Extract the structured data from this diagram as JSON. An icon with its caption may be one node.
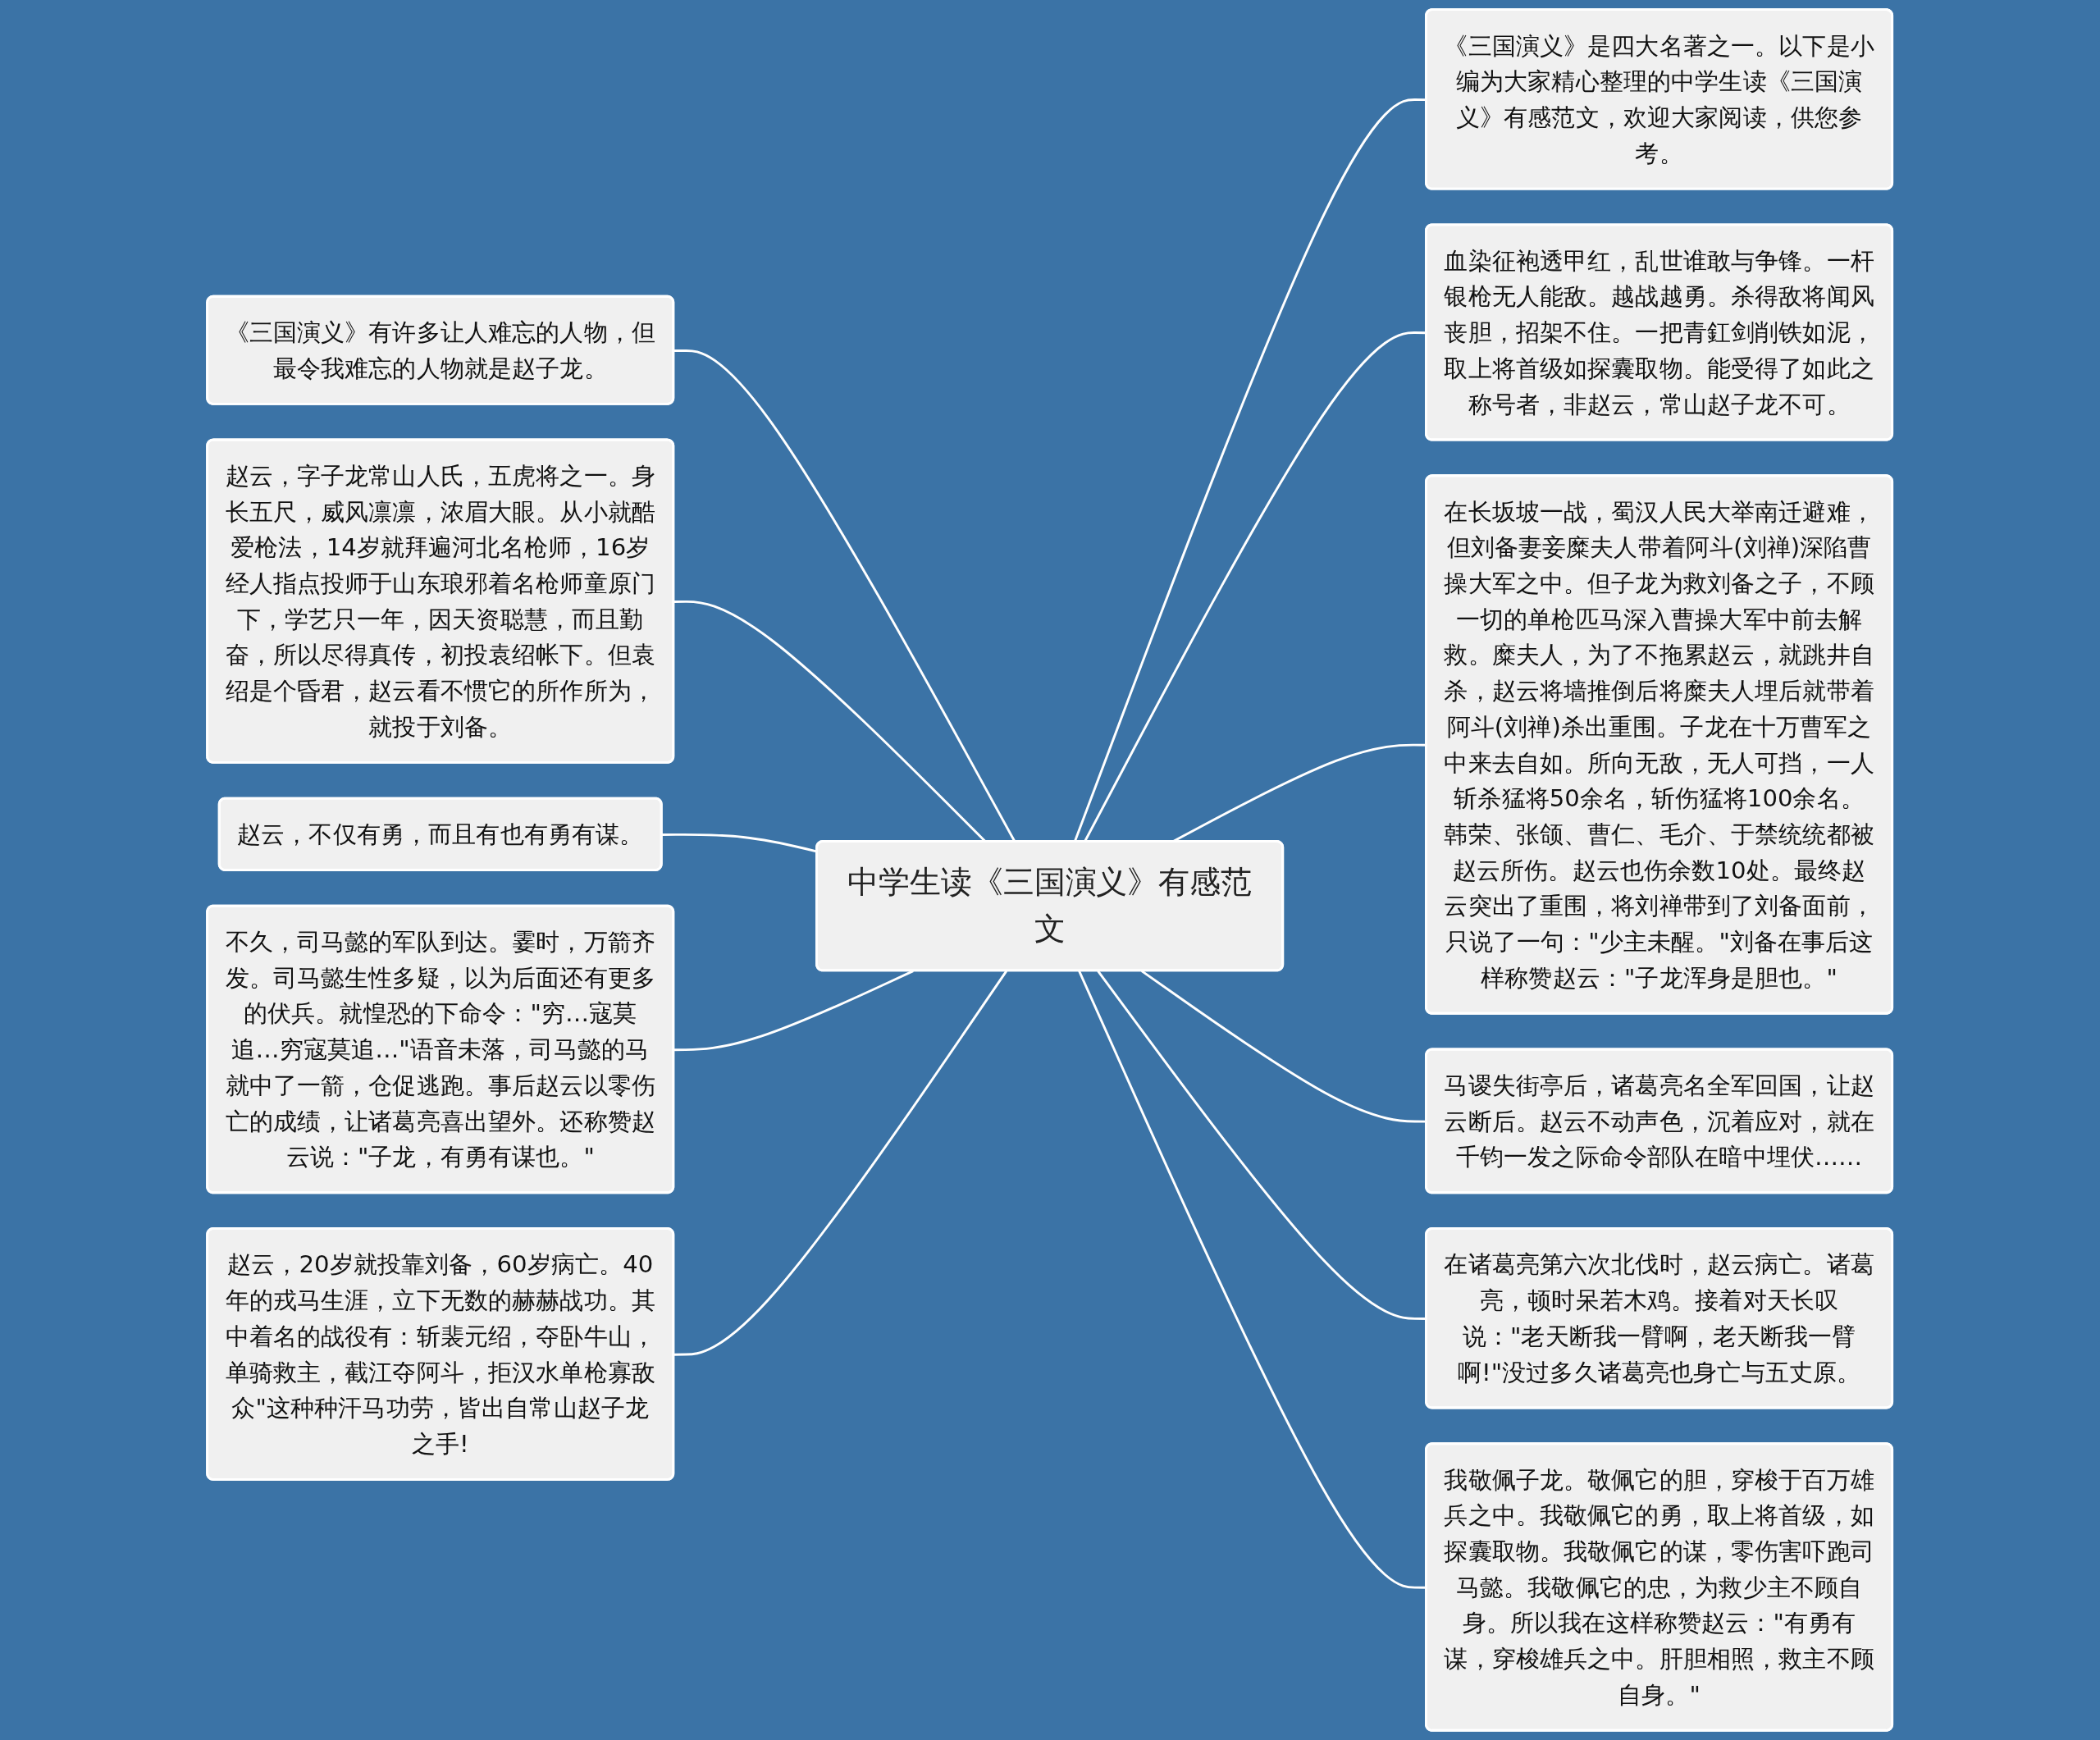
{
  "diagram": {
    "nodes": [
      {
        "text": [
          "中学生读《三国演义》有感范文"
        ]
      },
      {
        "text": [
          "《三国演义》是四大名著之一。以下是小编为大家精心整理的中学生读《三国演义》有感范文，欢迎大家阅读，供您参考。"
        ]
      },
      {
        "text": [
          "血染征袍透甲红，乱世谁敢与争锋。一杆银枪无人能敌。越战越勇。杀得敌将闻风丧胆，招架不住。一把青釭剑削铁如泥，取上将首级如探囊取物。能受得了如此之称号者，非赵云，常山赵子龙不可。"
        ]
      },
      {
        "text": [
          "在长坂坡一战，蜀汉人民大举南迁避难，但刘备妻妾糜夫人带着阿斗(刘禅)深陷曹操大军之中。但子龙为救刘备之子，不顾一切的单枪匹马深入曹操大军中前去解救。糜夫人，为了不拖累赵云，就跳井自杀，赵云将墙推倒后将糜夫人埋后就带着阿斗(刘禅)杀出重围。子龙在十万曹军之中来去自如。所向无敌，无人可挡，一人斩杀猛将50余名，斩伤猛将100余名。韩荣、张颌、曹仁、毛介、于禁统统都被赵云所伤。赵云也伤余数10处。最终赵云突出了重围，将刘禅带到了刘备面前，只说了一句：\"少主未醒。\"刘备在事后这样称赞赵云：\"子龙浑身是胆也。\""
        ]
      },
      {
        "text": [
          "马谡失街亭后，诸葛亮名全军回国，让赵云断后。赵云不动声色，沉着应对，就在千钧一发之际命令部队在暗中埋伏……"
        ]
      },
      {
        "text": [
          "在诸葛亮第六次北伐时，赵云病亡。诸葛亮，顿时呆若木鸡。接着对天长叹说：\"老天断我一臂啊，老天断我一臂啊!\"没过多久诸葛亮也身亡与五丈原。"
        ]
      },
      {
        "text": [
          "我敬佩子龙。敬佩它的胆，穿梭于百万雄兵之中。我敬佩它的勇，取上将首级，如探囊取物。我敬佩它的谋，零伤害吓跑司马懿。我敬佩它的忠，为救少主不顾自身。所以我在这样称赞赵云：\"有勇有谋，穿梭雄兵之中。肝胆相照，救主不顾自身。\""
        ]
      },
      {
        "text": [
          "《三国演义》有许多让人难忘的人物，但最令我难忘的人物就是赵子龙。"
        ]
      },
      {
        "text": [
          "赵云，字子龙常山人氏，五虎将之一。身长五尺，威风凛凛，浓眉大眼。从小就酷爱枪法，14岁就拜遍河北名枪师，16岁经人指点投师于山东琅邪着名枪师童原门下，学艺只一年，因天资聪慧，而且勤奋，所以尽得真传，初投袁绍帐下。但袁绍是个昏君，赵云看不惯它的所作所为，就投于刘备。"
        ]
      },
      {
        "text": [
          "赵云，不仅有勇，而且有也有勇有谋。"
        ]
      },
      {
        "text": [
          "不久，司马懿的军队到达。霎时，万箭齐发。司马懿生性多疑，以为后面还有更多的伏兵。就惶恐的下命令：\"穷…寇莫追…穷寇莫追…\"语音未落，司马懿的马就中了一箭，仓促逃跑。事后赵云以零伤亡的成绩，让诸葛亮喜出望外。还称赞赵云说：\"子龙，有勇有谋也。\""
        ]
      },
      {
        "text": [
          "赵云，20岁就投靠刘备，60岁病亡。40年的戎马生涯，立下无数的赫赫战功。其中着名的战役有：斩裴元绍，夺卧牛山，单骑救主，截江夺阿斗，拒汉水单枪寡敌众\"这种种汗马功劳，皆出自常山赵子龙之手!"
        ]
      }
    ],
    "edges": [
      {
        "from": 0,
        "to": 1,
        "arrow": "none"
      },
      {
        "from": 0,
        "to": 2,
        "arrow": "none"
      },
      {
        "from": 0,
        "to": 3,
        "arrow": "none"
      },
      {
        "from": 0,
        "to": 4,
        "arrow": "none"
      },
      {
        "from": 0,
        "to": 5,
        "arrow": "none"
      },
      {
        "from": 0,
        "to": 6,
        "arrow": "none"
      },
      {
        "from": 7,
        "to": 0,
        "arrow": "none"
      },
      {
        "from": 8,
        "to": 0,
        "arrow": "none"
      },
      {
        "from": 9,
        "to": 0,
        "arrow": "none"
      },
      {
        "from": 10,
        "to": 0,
        "arrow": "none"
      },
      {
        "from": 11,
        "to": 0,
        "arrow": "none"
      }
    ]
  }
}
